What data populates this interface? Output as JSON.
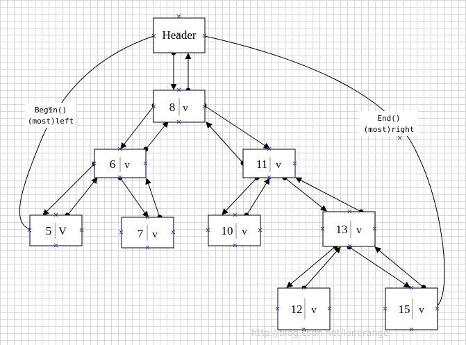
{
  "nodes": {
    "header": {
      "label": "Header"
    },
    "n8": {
      "label": "8",
      "suffix": "v"
    },
    "n6": {
      "label": "6",
      "suffix": "v"
    },
    "n11": {
      "label": "11",
      "suffix": "v"
    },
    "n5": {
      "label": "5",
      "suffix": "V"
    },
    "n7": {
      "label": "7",
      "suffix": "v"
    },
    "n10": {
      "label": "10",
      "suffix": "v"
    },
    "n13": {
      "label": "13",
      "suffix": "v"
    },
    "n12": {
      "label": "12",
      "suffix": "v"
    },
    "n15": {
      "label": "15",
      "suffix": "v"
    }
  },
  "annotations": {
    "begin": {
      "line1": "Begin()",
      "line2": "(most)left"
    },
    "end": {
      "line1": "End()",
      "line2": "(most)right"
    }
  },
  "watermark": "http://blog.csdn.net/lonorange"
}
